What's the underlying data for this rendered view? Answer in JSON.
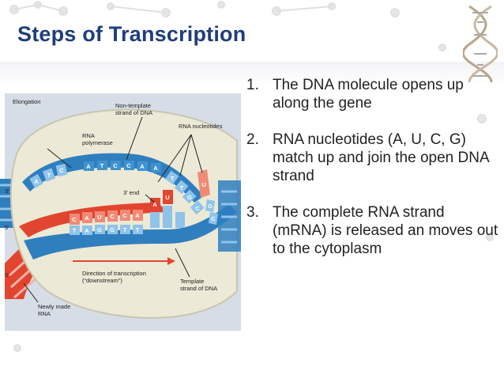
{
  "title": "Steps of Transcription",
  "steps": [
    {
      "number": "1.",
      "text": "The DNA molecule opens up along the gene"
    },
    {
      "number": "2.",
      "text": "RNA nucleotides (A, U, C, G) match up and join the open DNA strand"
    },
    {
      "number": "3.",
      "text": "The complete RNA strand (mRNA) is released an moves out to the cytoplasm"
    }
  ],
  "diagram": {
    "labels": {
      "elongation": "Elongation",
      "non_template_1": "Non-template",
      "non_template_2": "strand of DNA",
      "rna_nucleotides": "RNA nucleotides",
      "rna_pol_1": "RNA",
      "rna_pol_2": "polymerase",
      "three_end": "3’ end",
      "direction_1": "Direction of transcription",
      "direction_2": "(“downstream”)",
      "template_1": "Template",
      "template_2": "strand of DNA",
      "newly_1": "Newly made",
      "newly_2": "RNA",
      "prime3": "3'",
      "prime5a": "5'",
      "prime5b": "5'"
    },
    "top_bases": [
      "A",
      "T",
      "C",
      "C",
      "A",
      "A"
    ],
    "top_left_bases": [
      "A",
      "T",
      "C"
    ],
    "top_right_bases": [
      "T",
      "T",
      "G",
      "C"
    ],
    "rna_bases": [
      "C",
      "A",
      "U",
      "C",
      "C",
      "A"
    ],
    "rna_extra": [
      "A",
      "U"
    ],
    "template_bases": [
      "T",
      "A",
      "G",
      "G",
      "T",
      "T"
    ],
    "free_nucleotides": [
      "U",
      "G",
      "C",
      "A"
    ]
  },
  "colors": {
    "title": "#1f3d7a",
    "dna_blue": "#2f7fbf",
    "dna_light": "#8fc3ea",
    "rna_red": "#e2452f",
    "rna_salmon": "#f08a76",
    "bubble": "#ece9d6",
    "panel": "#d6dde6"
  }
}
